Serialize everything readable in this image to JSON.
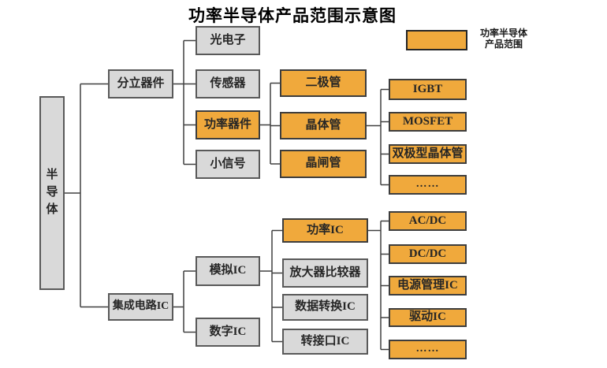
{
  "title": "功率半导体产品范围示意图",
  "legend": {
    "line1": "功率半导体",
    "line2": "产品范围"
  },
  "colors": {
    "highlight_fill": "#f0a93c",
    "default_fill": "#d9d9d9",
    "border": "#595959",
    "line": "#404040"
  },
  "nodes": {
    "root": "半导体",
    "discrete": "分立器件",
    "integrated": "集成电路IC",
    "opto": "光电子",
    "sensor": "传感器",
    "power_device": "功率器件",
    "small_signal": "小信号",
    "diode": "二极管",
    "transistor": "晶体管",
    "thyristor": "晶闸管",
    "igbt": "IGBT",
    "mosfet": "MOSFET",
    "bipolar": "双极型晶体管",
    "more_devices": "……",
    "analog_ic": "模拟IC",
    "digital_ic": "数字IC",
    "power_ic": "功率IC",
    "amp_comparator": "放大器比较器",
    "data_conversion": "数据转换IC",
    "interface_ic": "转接口IC",
    "acdc": "AC/DC",
    "dcdc": "DC/DC",
    "power_mgmt": "电源管理IC",
    "driver_ic": "驱动IC",
    "more_ics": "……"
  }
}
